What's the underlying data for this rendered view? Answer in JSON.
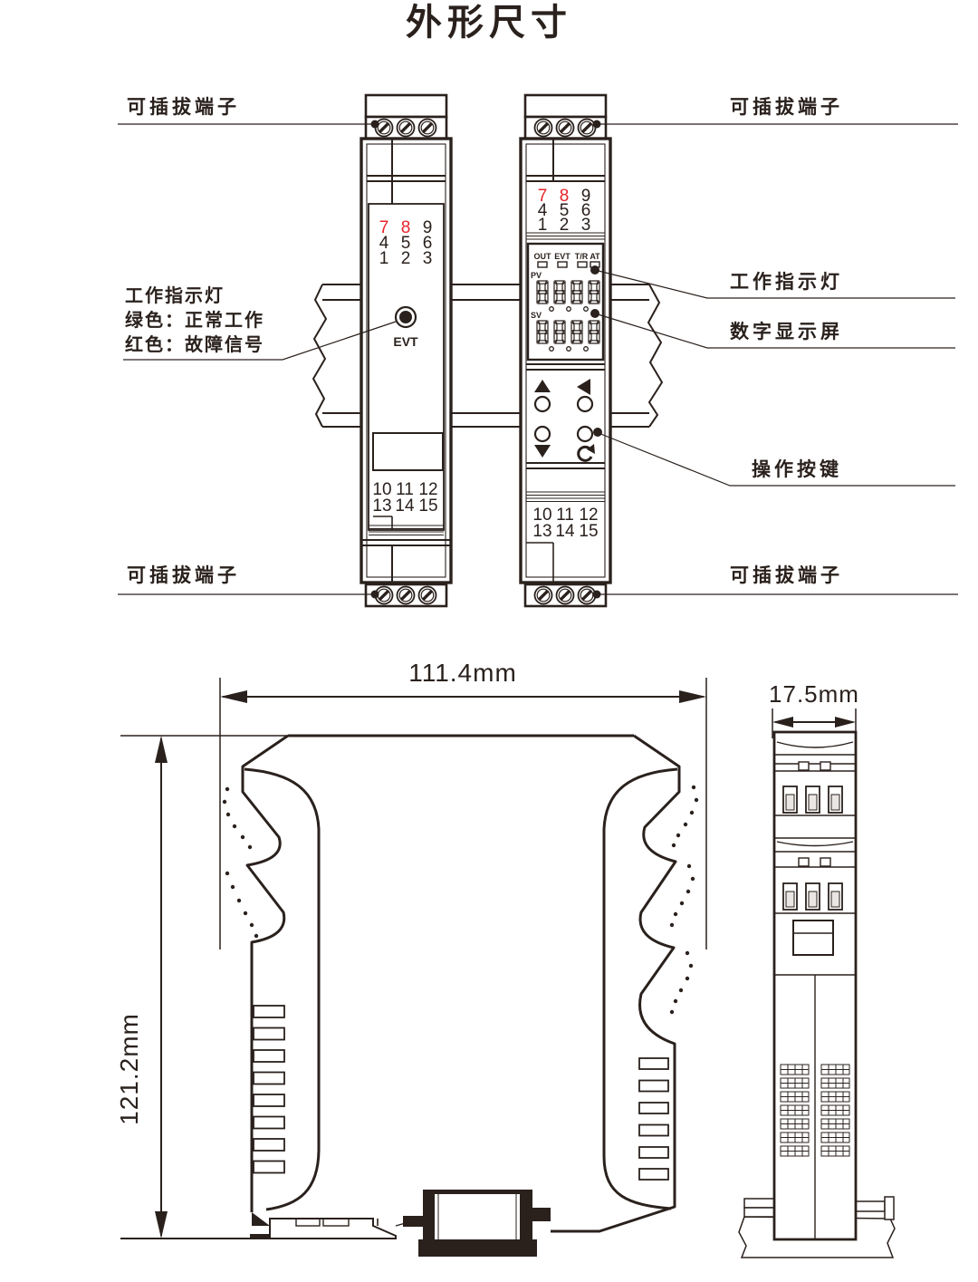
{
  "title": "外形尺寸",
  "colors": {
    "ink": "#2a211d",
    "red": "#e8232a"
  },
  "callouts": {
    "terminal_top_left": "可插拔端子",
    "terminal_top_right": "可插拔端子",
    "terminal_bottom_left": "可插拔端子",
    "terminal_bottom_right": "可插拔端子",
    "work_light_left_title": "工作指示灯",
    "work_light_left_green": "绿色：正常工作",
    "work_light_left_red": "红色：故障信号",
    "work_light_right": "工作指示灯",
    "digital_display": "数字显示屏",
    "operation_buttons": "操作按键"
  },
  "left_module": {
    "led_label": "EVT",
    "terminals_top": [
      [
        "7",
        "8",
        "9"
      ],
      [
        "4",
        "5",
        "6"
      ],
      [
        "1",
        "2",
        "3"
      ]
    ],
    "terminals_bottom": [
      [
        "10",
        "11",
        "12"
      ],
      [
        "13",
        "14",
        "15"
      ]
    ]
  },
  "right_module": {
    "status_leds": [
      "OUT",
      "EVT",
      "T/R",
      "AT"
    ],
    "pv_label": "PV",
    "sv_label": "SV",
    "terminals_top": [
      [
        "7",
        "8",
        "9"
      ],
      [
        "4",
        "5",
        "6"
      ],
      [
        "1",
        "2",
        "3"
      ]
    ],
    "terminals_bottom": [
      [
        "10",
        "11",
        "12"
      ],
      [
        "13",
        "14",
        "15"
      ]
    ]
  },
  "dimensions": {
    "width": "111.4mm",
    "depth": "17.5mm",
    "height": "121.2mm"
  }
}
